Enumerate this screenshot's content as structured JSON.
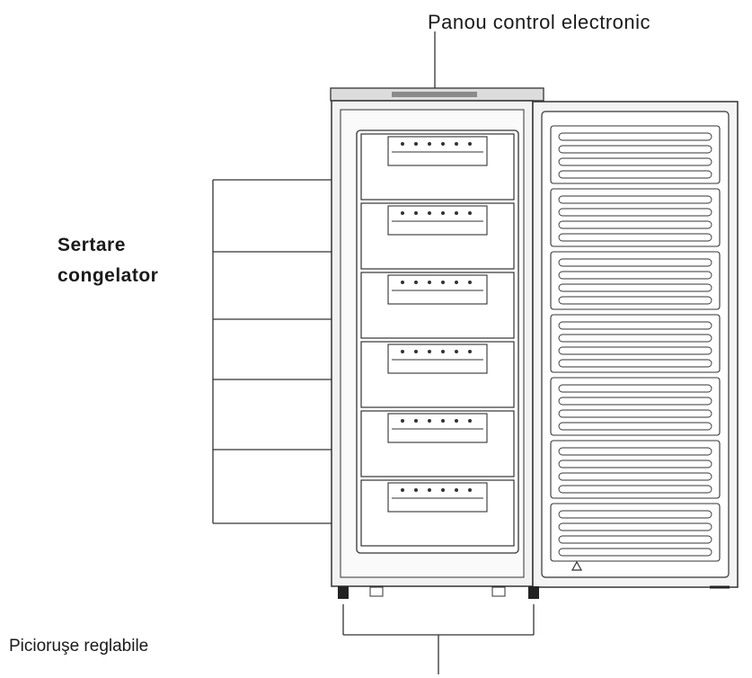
{
  "labels": {
    "control_panel": "Panou control electronic",
    "drawers_line1": "Sertare",
    "drawers_line2": "congelator",
    "feet": "Picioruşe reglabile"
  },
  "diagram": {
    "drawer_count": 6,
    "door_shelf_count": 7,
    "colors": {
      "line": "#333333",
      "body_fill": "#f2f2f2",
      "drawer_fill": "#ffffff",
      "panel_fill": "#dcdcdc",
      "door_fill": "#ffffff"
    }
  }
}
